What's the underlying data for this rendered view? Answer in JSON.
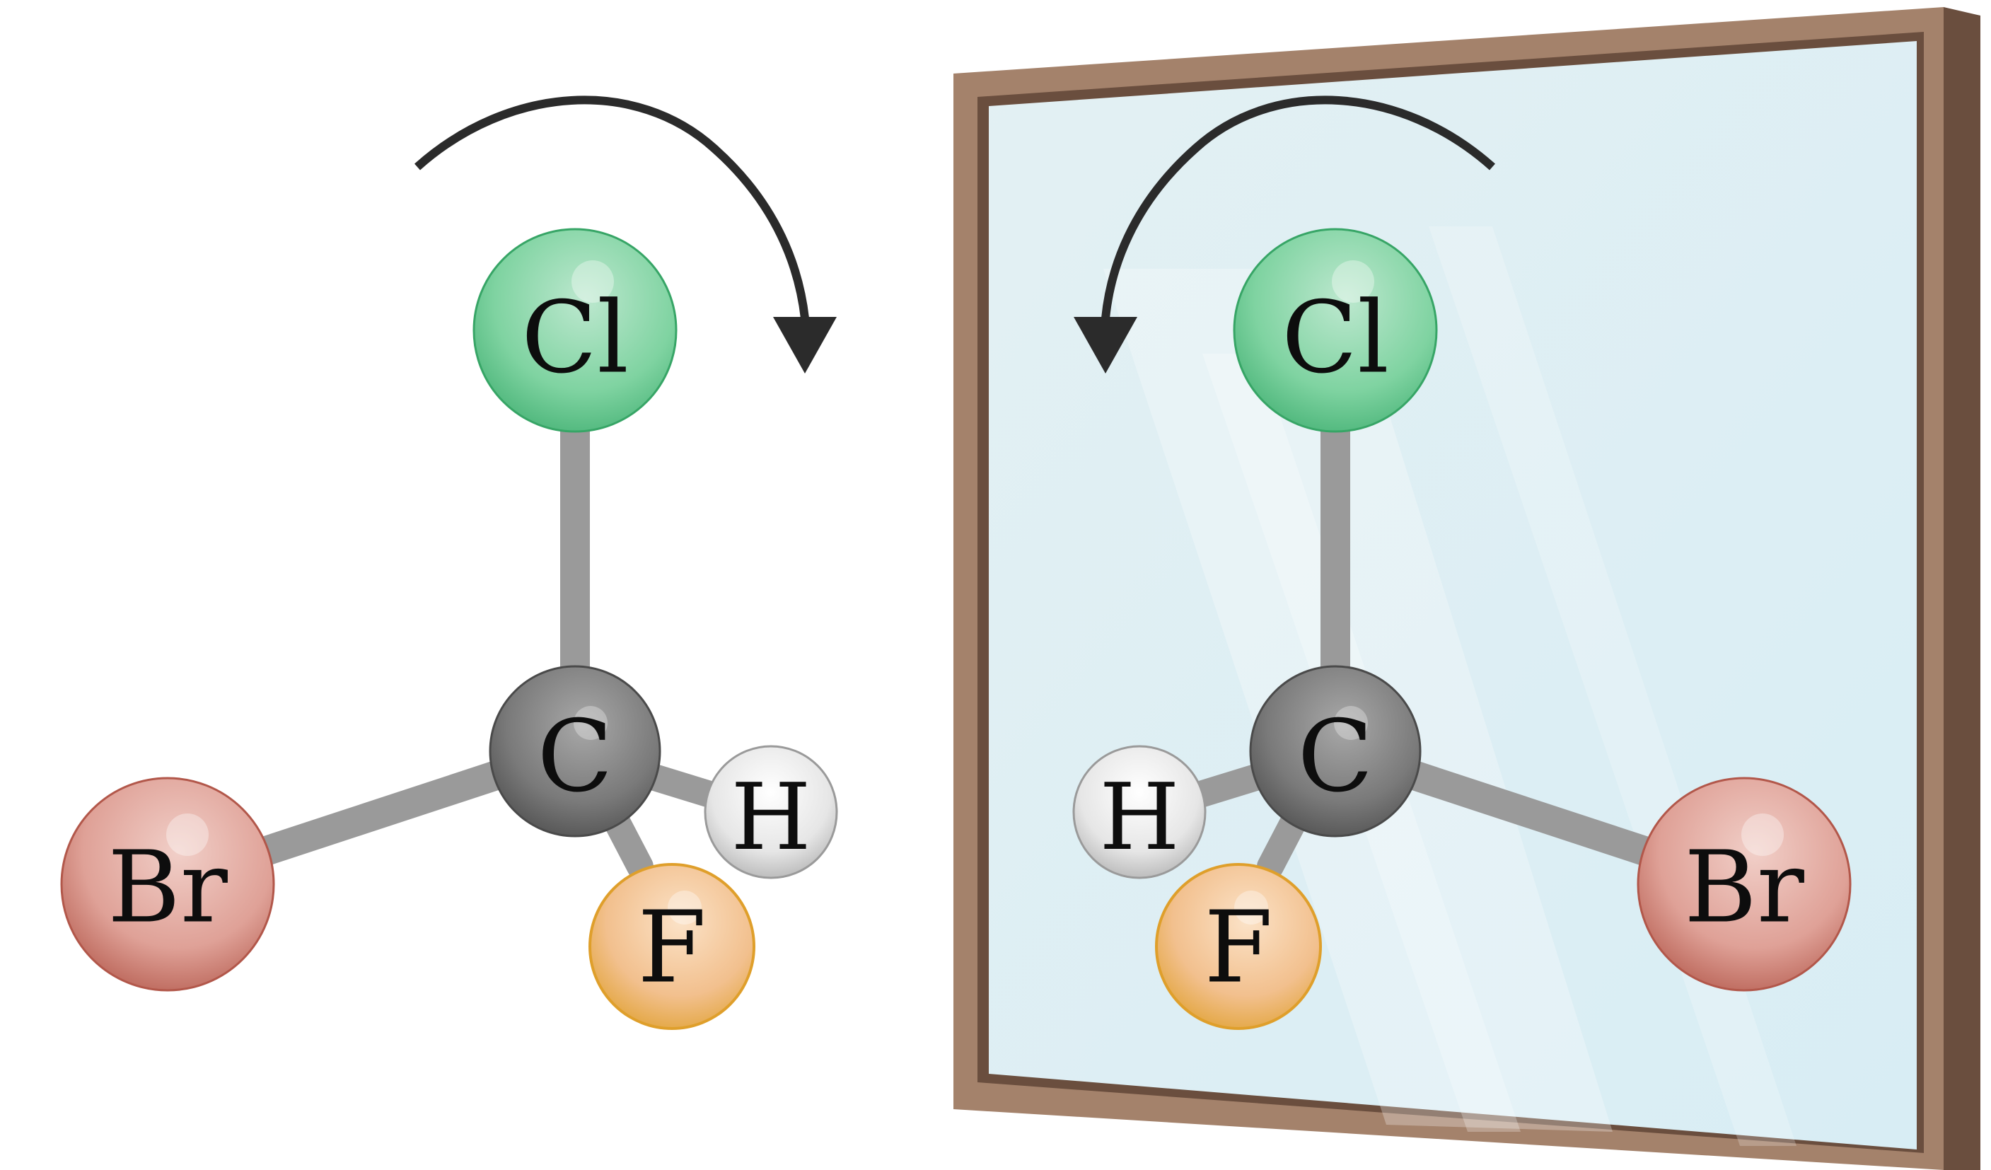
{
  "colors": {
    "chlorine": "#5cc38a",
    "carbon": "#6b6b6b",
    "bromine": "#c86a5a",
    "fluorine": "#e8a93a",
    "hydrogen": "#d6d6d6",
    "bond": "#9a9a9a",
    "arrow": "#2b2b2b",
    "mirror_glass": "#d9eef3",
    "mirror_frame_light": "#a4826b",
    "mirror_frame_dark": "#6a4e3e"
  },
  "molecule": {
    "atoms": {
      "cl": "Cl",
      "c": "C",
      "br": "Br",
      "f": "F",
      "h": "H"
    },
    "rotation": "clockwise"
  },
  "mirror_image": {
    "atoms": {
      "cl": "Cl",
      "c": "C",
      "br": "Br",
      "f": "F",
      "h": "H"
    },
    "rotation": "counterclockwise"
  }
}
